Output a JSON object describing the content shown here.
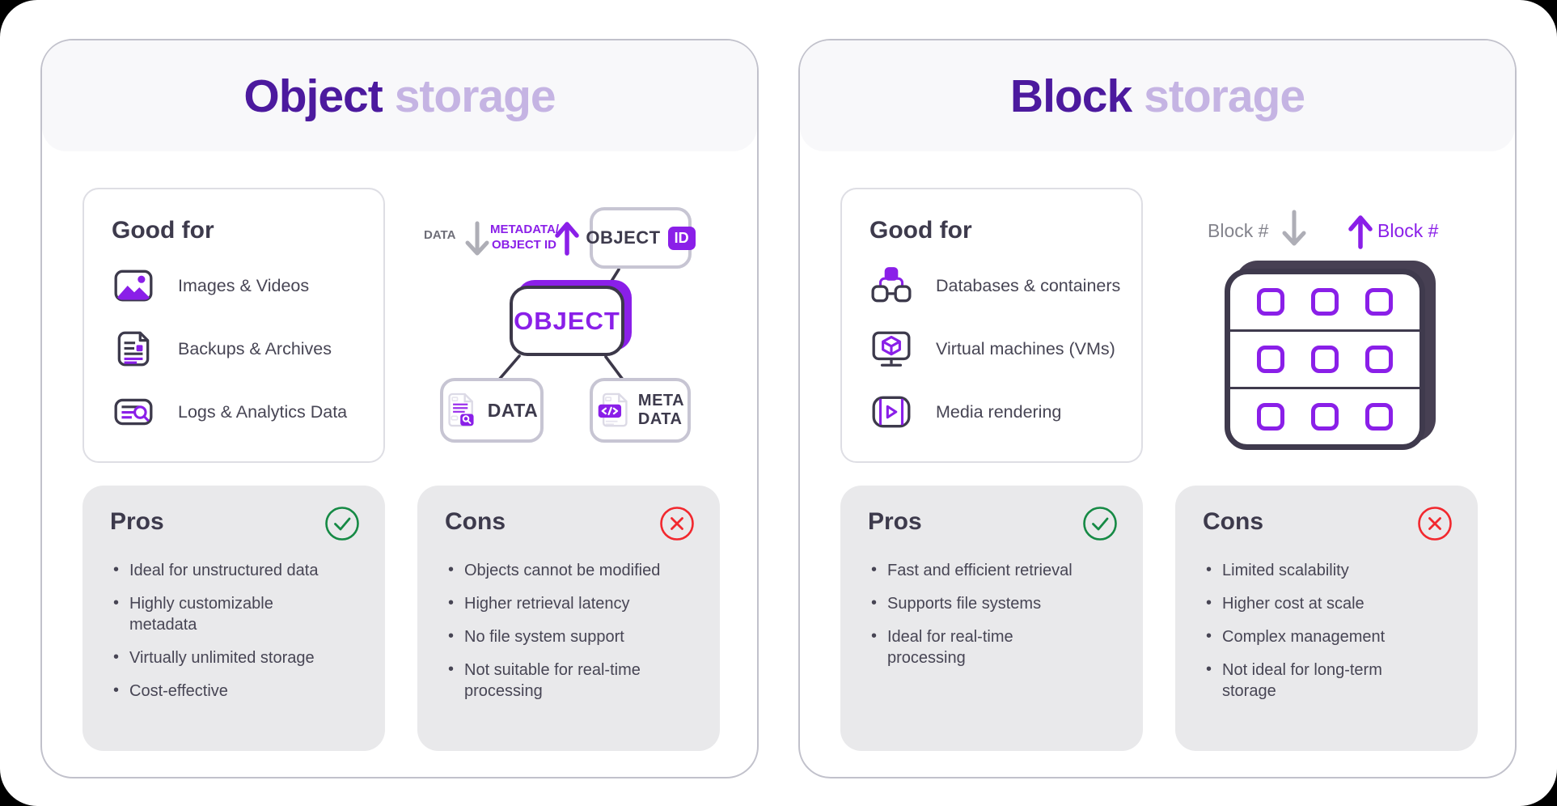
{
  "colors": {
    "accent_purple": "#8A1FE8",
    "deep_purple": "#4C1A9E",
    "light_purple": "#C5B4E3",
    "dark_slate": "#3D3A4C",
    "body_text": "#474554",
    "gray_arrow": "#AEAEB6",
    "green_check": "#168A45",
    "red_cross": "#F2282E",
    "procon_card_bg": "#E9E9EB"
  },
  "panels": [
    {
      "title_primary": "Object",
      "title_secondary": "storage",
      "good_for": {
        "heading": "Good for",
        "items": [
          {
            "icon": "image-icon",
            "label": "Images & Videos"
          },
          {
            "icon": "document-icon",
            "label": "Backups & Archives"
          },
          {
            "icon": "logs-icon",
            "label": "Logs & Analytics Data"
          }
        ]
      },
      "diagram": {
        "type": "object-diagram",
        "down_arrow_label": "DATA",
        "up_arrow_label_line1": "METADATA/",
        "up_arrow_label_line2": "OBJECT ID",
        "object_id_box": {
          "label": "OBJECT",
          "badge": "ID"
        },
        "object_box_label": "OBJECT",
        "data_box_label": "DATA",
        "meta_box_label_line1": "META",
        "meta_box_label_line2": "DATA"
      },
      "pros": {
        "heading": "Pros",
        "items": [
          "Ideal for unstructured data",
          "Highly customizable\nmetadata",
          "Virtually unlimited storage",
          "Cost-effective"
        ]
      },
      "cons": {
        "heading": "Cons",
        "items": [
          "Objects cannot be modified",
          "Higher retrieval latency",
          "No file system support",
          "Not suitable for real-time\nprocessing"
        ]
      }
    },
    {
      "title_primary": "Block",
      "title_secondary": "storage",
      "good_for": {
        "heading": "Good for",
        "items": [
          {
            "icon": "hierarchy-icon",
            "label": "Databases & containers"
          },
          {
            "icon": "vm-icon",
            "label": "Virtual machines (VMs)"
          },
          {
            "icon": "media-icon",
            "label": "Media rendering"
          }
        ]
      },
      "diagram": {
        "type": "block-grid",
        "down_arrow_label": "Block #",
        "up_arrow_label": "Block #",
        "grid_rows": 3,
        "grid_cols": 3
      },
      "pros": {
        "heading": "Pros",
        "items": [
          "Fast and efficient retrieval",
          "Supports file systems",
          "Ideal for real-time\nprocessing"
        ]
      },
      "cons": {
        "heading": "Cons",
        "items": [
          "Limited scalability",
          "Higher cost at scale",
          "Complex management",
          "Not ideal for long-term\nstorage"
        ]
      }
    }
  ]
}
